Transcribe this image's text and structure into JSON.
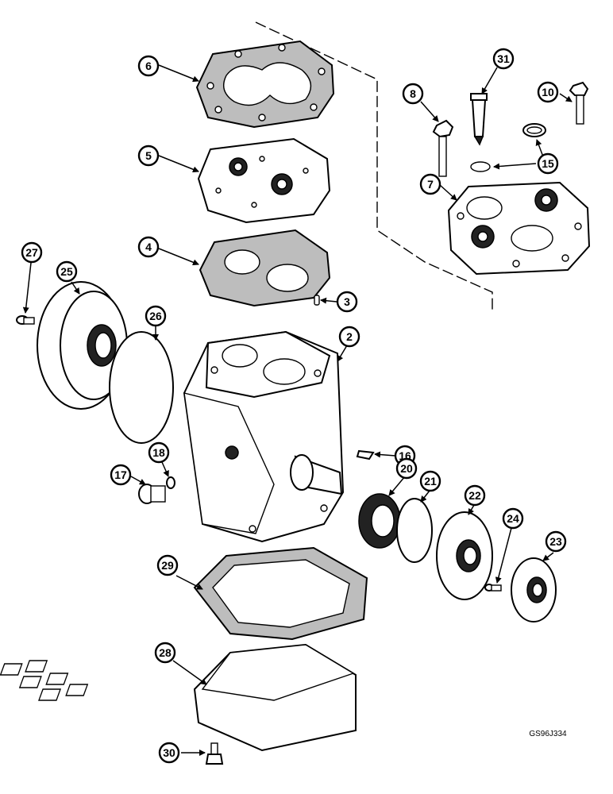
{
  "callouts": {
    "c2": "2",
    "c3": "3",
    "c4": "4",
    "c5": "5",
    "c6": "6",
    "c7": "7",
    "c8": "8",
    "c10": "10",
    "c15": "15",
    "c16": "16",
    "c17": "17",
    "c18": "18",
    "c20": "20",
    "c21": "21",
    "c22": "22",
    "c23": "23",
    "c24": "24",
    "c25": "25",
    "c26": "26",
    "c27": "27",
    "c28": "28",
    "c29": "29",
    "c30": "30",
    "c31": "31"
  },
  "figure_code": "GS96J334"
}
